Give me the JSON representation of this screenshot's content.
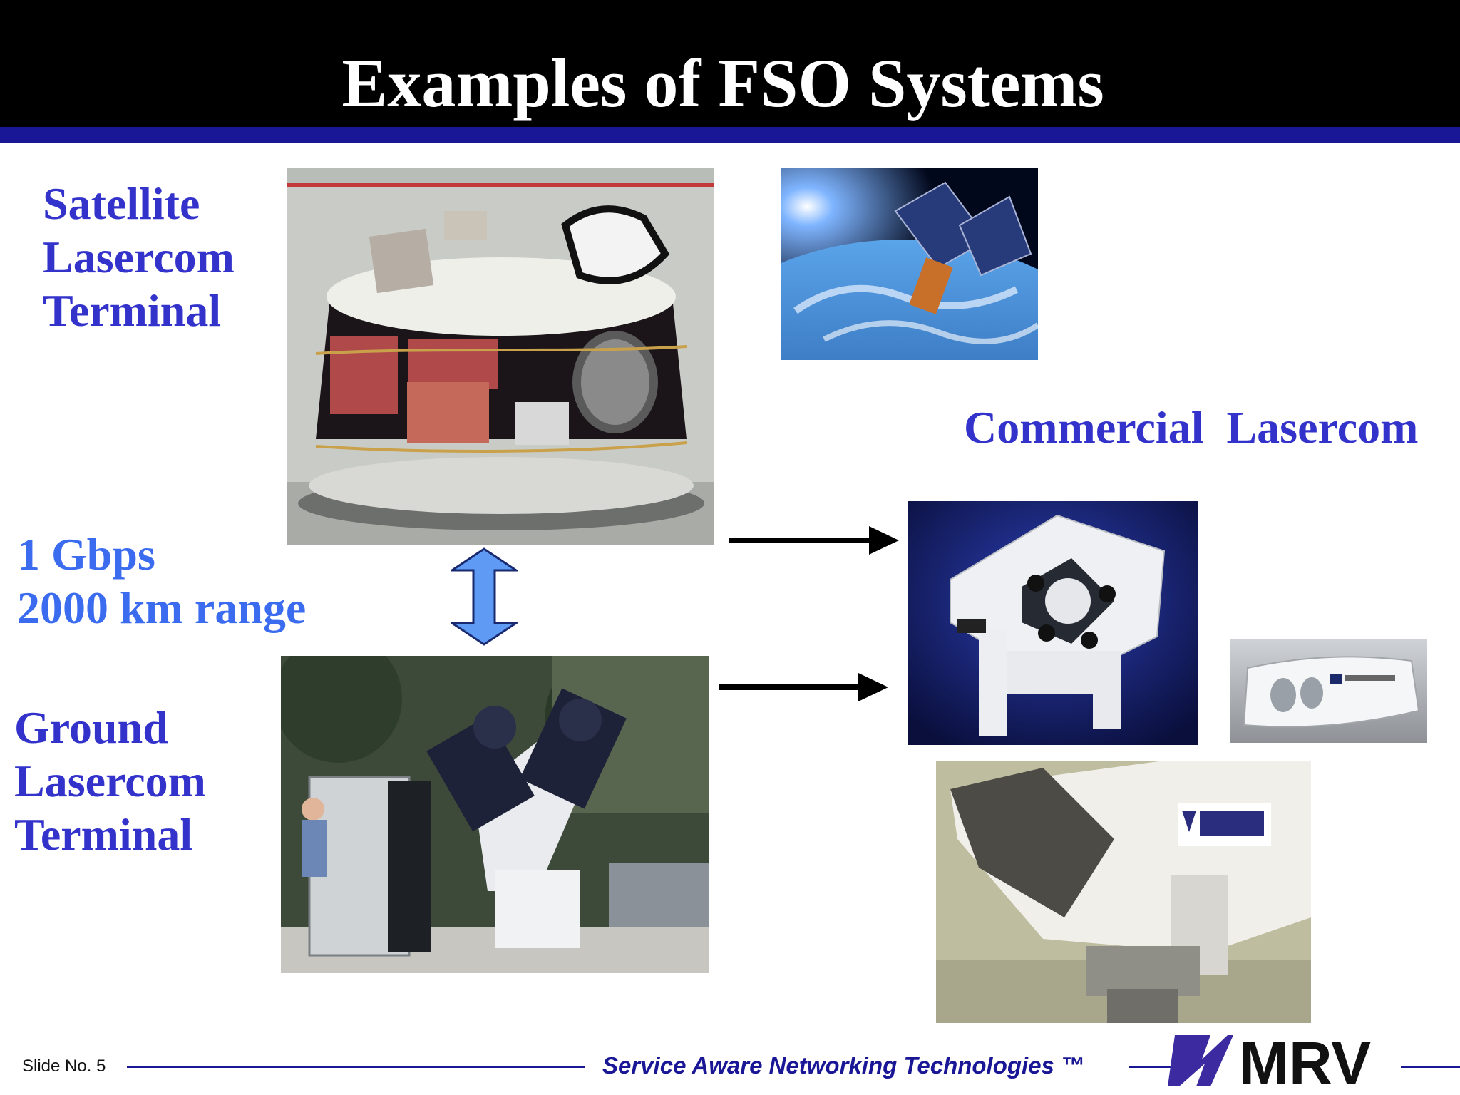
{
  "slide": {
    "title": "Examples of FSO Systems",
    "satellite_label": [
      "Satellite",
      "Lasercom",
      "Terminal"
    ],
    "rate_label": [
      "1 Gbps",
      "2000 km range"
    ],
    "ground_label": [
      "Ground",
      "Lasercom",
      "Terminal"
    ],
    "commercial_label": "Commercial  Lasercom"
  },
  "footer": {
    "slide_number": "Slide No. 5",
    "tagline": "Service Aware Networking Technologies ™",
    "logo_text": "MRV"
  },
  "colors": {
    "header_bg": "#000000",
    "header_bar": "#1a1796",
    "label_blue": "#3333cc",
    "rate_blue": "#3b6cf0",
    "double_arrow": "#5f9bf5"
  }
}
